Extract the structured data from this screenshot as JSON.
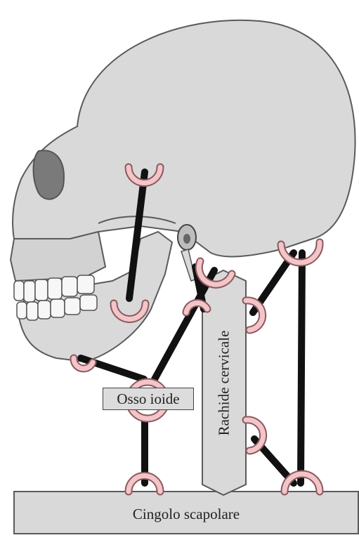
{
  "labels": {
    "hyoid": "Osso ioide",
    "cervical_spine": "Rachide cervicale",
    "shoulder_girdle": "Cingolo scapolare"
  },
  "colors": {
    "bone": "#d9d9d9",
    "bone_outline": "#5a5a5a",
    "tooth": "#f7f7f7",
    "attachment_ring": "#f3c4c8",
    "ring_outline": "#8a5a5e",
    "muscle_band": "#111111"
  }
}
